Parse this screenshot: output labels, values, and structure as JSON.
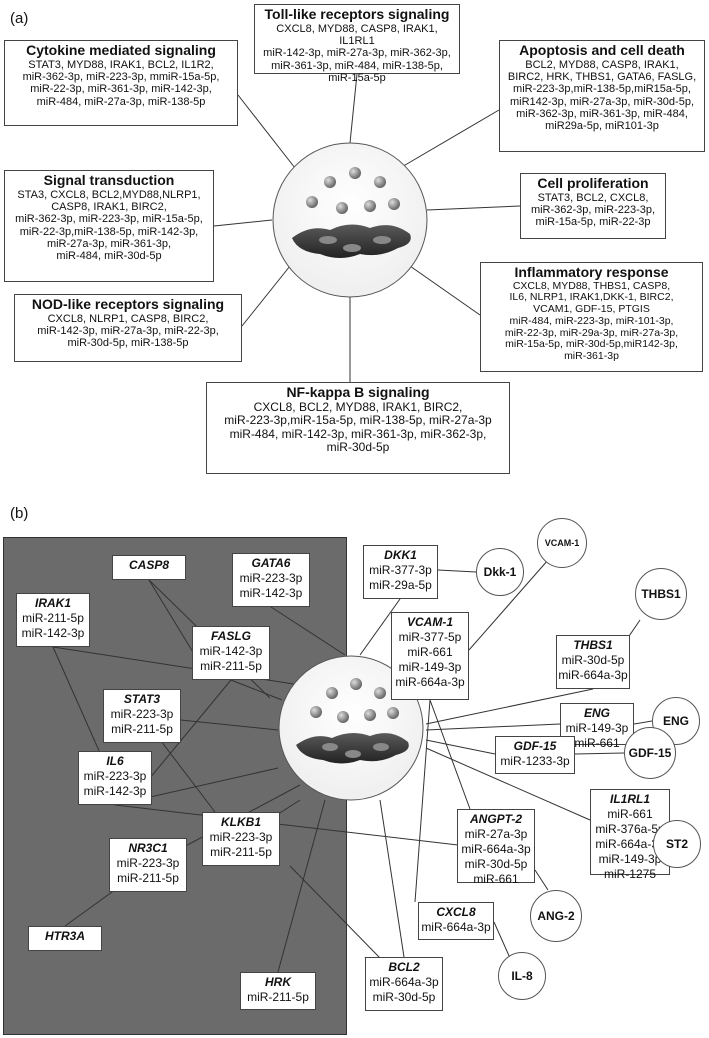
{
  "panel_a": {
    "label": "(a)",
    "boxes": [
      {
        "id": "toll",
        "title": "Toll-like receptors signaling",
        "body": "CXCL8, MYD88, CASP8, IRAK1, IL1RL1\nmiR-142-3p, miR-27a-3p, miR-362-3p,\nmiR-361-3p, miR-484, miR-138-5p,\nmiR-15a-5p"
      },
      {
        "id": "cytokine",
        "title": "Cytokine mediated signaling",
        "body": "STAT3, MYD88, IRAK1, BCL2, IL1R2,\nmiR-362-3p, miR-223-3p, mmiR-15a-5p,\nmiR-22-3p, miR-361-3p, miR-142-3p,\nmiR-484, miR-27a-3p, miR-138-5p"
      },
      {
        "id": "apoptosis",
        "title": "Apoptosis and cell death",
        "body": "BCL2, MYD88, CASP8, IRAK1,\nBIRC2, HRK, THBS1, GATA6, FASLG,\nmiR-223-3p,miR-138-5p,miR15a-5p,\nmiR142-3p, miR-27a-3p, miR-30d-5p,\nmiR-362-3p, miR-361-3p, miR-484,\nmiR29a-5p, miR101-3p"
      },
      {
        "id": "signal",
        "title": "Signal transduction",
        "body": "STA3, CXCL8, BCL2,MYD88,NLRP1,\nCASP8, IRAK1, BIRC2,\nmiR-362-3p, miR-223-3p, miR-15a-5p,\nmiR-22-3p,miR-138-5p, miR-142-3p,\nmiR-27a-3p, miR-361-3p,\nmiR-484, miR-30d-5p"
      },
      {
        "id": "prolif",
        "title": "Cell proliferation",
        "body": "STAT3, BCL2, CXCL8,\nmiR-362-3p, miR-223-3p,\nmiR-15a-5p, miR-22-3p"
      },
      {
        "id": "nod",
        "title": "NOD-like receptors signaling",
        "body": "CXCL8, NLRP1, CASP8, BIRC2,\nmiR-142-3p, miR-27a-3p, miR-22-3p,\nmiR-30d-5p, miR-138-5p"
      },
      {
        "id": "inflam",
        "title": "Inflammatory response",
        "body": "CXCL8, MYD88, THBS1, CASP8,\nIL6, NLRP1, IRAK1,DKK-1, BIRC2,\nVCAM1, GDF-15, PTGIS\nmiR-484, miR-223-3p, miR-101-3p,\nmiR-22-3p, miR-29a-3p, miR-27a-3p,\nmiR-15a-5p, miR-30d-5p,miR142-3p,\nmiR-361-3p"
      },
      {
        "id": "nfkb",
        "title": "NF-kappa B signaling",
        "body": "CXCL8, BCL2, MYD88, IRAK1, BIRC2,\nmiR-223-3p,miR-15a-5p, miR-138-5p, miR-27a-3p\nmiR-484, miR-142-3p, miR-361-3p, miR-362-3p,\nmiR-30d-5p"
      }
    ]
  },
  "panel_b": {
    "label": "(b)",
    "genes": [
      {
        "id": "casp8",
        "gene": "CASP8",
        "mirs": []
      },
      {
        "id": "gata6",
        "gene": "GATA6",
        "mirs": [
          "miR-223-3p",
          "miR-142-3p"
        ]
      },
      {
        "id": "dkk1",
        "gene": "DKK1",
        "mirs": [
          "miR-377-3p",
          "miR-29a-5p"
        ]
      },
      {
        "id": "irak1",
        "gene": "IRAK1",
        "mirs": [
          "miR-211-5p",
          "miR-142-3p"
        ]
      },
      {
        "id": "fasl",
        "gene": "FASLG",
        "mirs": [
          "miR-142-3p",
          "miR-211-5p"
        ]
      },
      {
        "id": "vcam1",
        "gene": "VCAM-1",
        "mirs": [
          "miR-377-5p",
          "miR-661",
          "miR-149-3p",
          "miR-664a-3p"
        ]
      },
      {
        "id": "thbs1",
        "gene": "THBS1",
        "mirs": [
          "miR-30d-5p",
          "miR-664a-3p"
        ]
      },
      {
        "id": "stat3",
        "gene": "STAT3",
        "mirs": [
          "miR-223-3p",
          "miR-211-5p"
        ]
      },
      {
        "id": "eng",
        "gene": "ENG",
        "mirs": [
          "miR-149-3p",
          "miR-661"
        ]
      },
      {
        "id": "gdf15",
        "gene": "GDF-15",
        "mirs": [
          "miR-1233-3p"
        ]
      },
      {
        "id": "il6",
        "gene": "IL6",
        "mirs": [
          "miR-223-3p",
          "miR-142-3p"
        ]
      },
      {
        "id": "il1rl1",
        "gene": "IL1RL1",
        "mirs": [
          "miR-661",
          "miR-376a-5p",
          "miR-664a-3p",
          "miR-149-3p",
          "miR-1275"
        ]
      },
      {
        "id": "angpt2",
        "gene": "ANGPT-2",
        "mirs": [
          "miR-27a-3p",
          "miR-664a-3p",
          "miR-30d-5p",
          "miR-661"
        ]
      },
      {
        "id": "klkb1",
        "gene": "KLKB1",
        "mirs": [
          "miR-223-3p",
          "miR-211-5p"
        ]
      },
      {
        "id": "nr3c1",
        "gene": "NR3C1",
        "mirs": [
          "miR-223-3p",
          "miR-211-5p"
        ]
      },
      {
        "id": "cxcl8",
        "gene": "CXCL8",
        "mirs": [
          "miR-664a-3p"
        ]
      },
      {
        "id": "htr3a",
        "gene": "HTR3A",
        "mirs": []
      },
      {
        "id": "hrk",
        "gene": "HRK",
        "mirs": [
          "miR-211-5p"
        ]
      },
      {
        "id": "bcl2",
        "gene": "BCL2",
        "mirs": [
          "miR-664a-3p",
          "miR-30d-5p"
        ]
      }
    ],
    "proteins": [
      {
        "id": "p_dkk1",
        "label": "Dkk-1"
      },
      {
        "id": "p_vcam1",
        "label": "VCAM-1"
      },
      {
        "id": "p_thbs1",
        "label": "THBS1"
      },
      {
        "id": "p_eng",
        "label": "ENG"
      },
      {
        "id": "p_gdf15",
        "label": "GDF-15"
      },
      {
        "id": "p_st2",
        "label": "ST2"
      },
      {
        "id": "p_ang2",
        "label": "ANG-2"
      },
      {
        "id": "p_il8",
        "label": "IL-8"
      }
    ]
  },
  "colors": {
    "panel_shade": "#6b6b6b",
    "lines": "#333333"
  }
}
